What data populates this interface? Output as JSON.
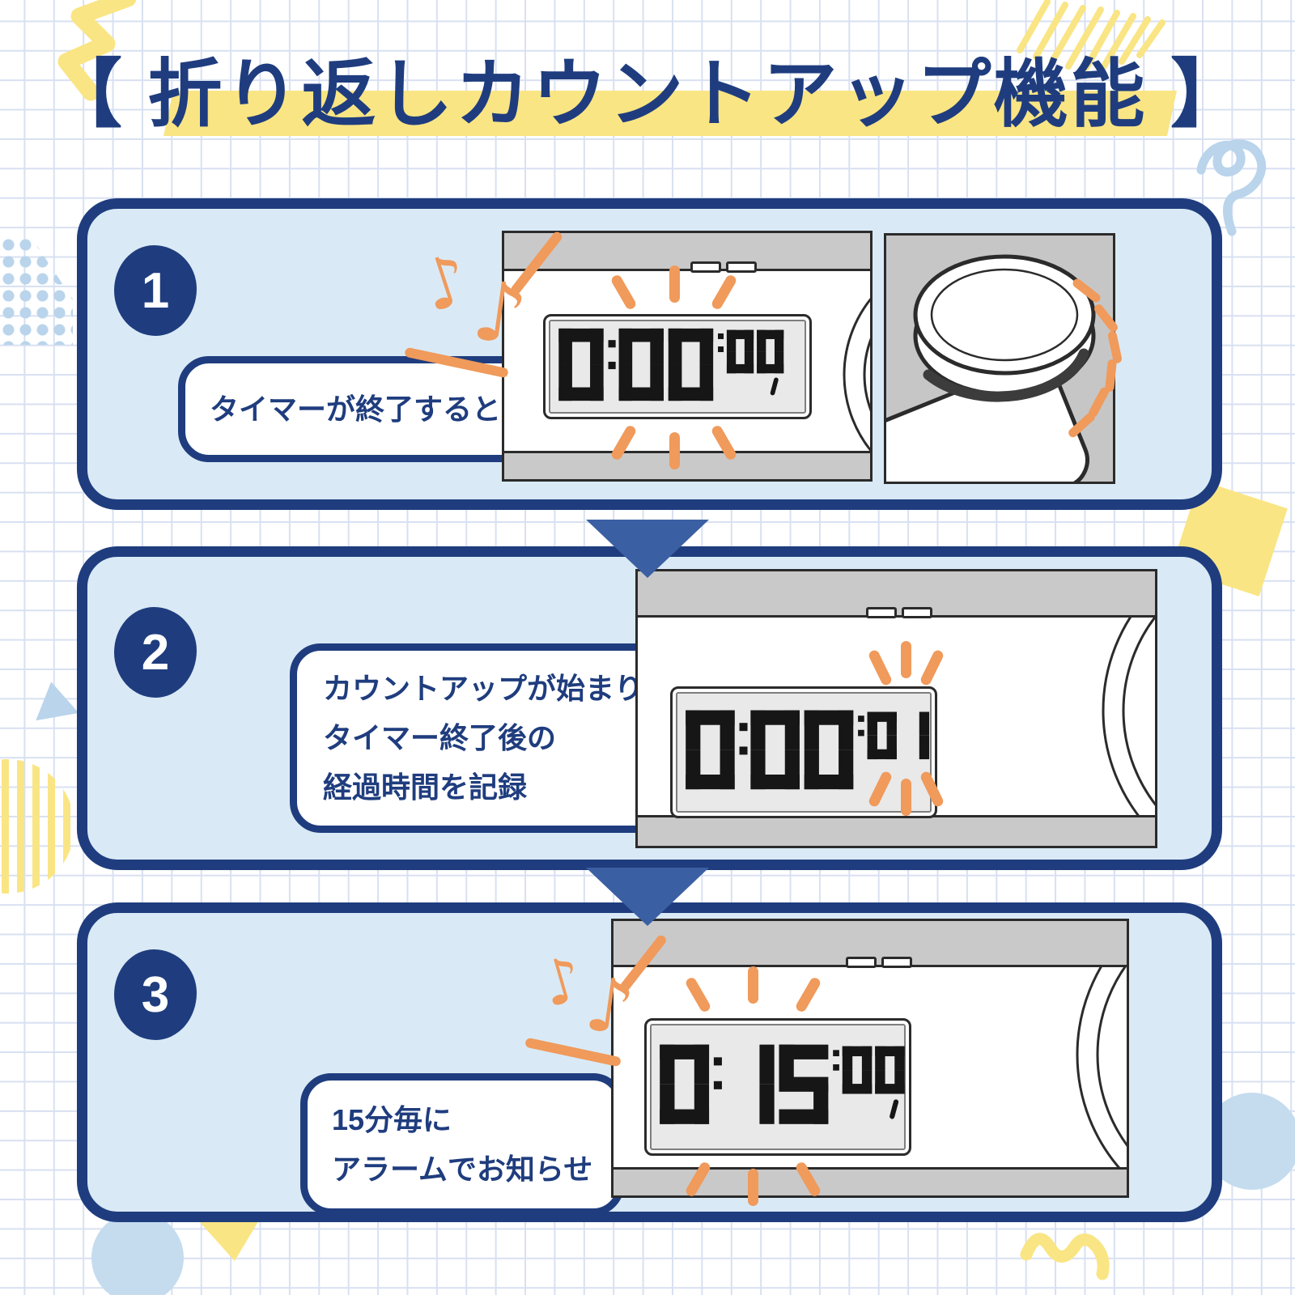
{
  "title": {
    "text": "【 折り返しカウントアップ機能 】"
  },
  "steps": [
    {
      "number": "1",
      "label_lines": [
        "タイマーが終了すると"
      ],
      "display": {
        "hours_minutes": "0:00",
        "seconds": "00",
        "comma": true,
        "flashing": "large-digits"
      },
      "music_notes": true
    },
    {
      "number": "2",
      "label_lines": [
        "カウントアップが始まり",
        "タイマー終了後の",
        "経過時間を記録"
      ],
      "display": {
        "hours_minutes": "0:00",
        "seconds": "01",
        "comma": false,
        "flashing": "small-digits"
      },
      "music_notes": false
    },
    {
      "number": "3",
      "label_lines": [
        "15分毎に",
        "アラームでお知らせ"
      ],
      "display": {
        "hours_minutes": "0:15",
        "seconds": "00",
        "comma": true,
        "flashing": "large-digits"
      },
      "music_notes": true
    }
  ],
  "colors": {
    "navy": "#1f3d7e",
    "box_fill": "#d9eaf6",
    "arrow_blue": "#3b5fa3",
    "orange": "#f09a5b",
    "yellow": "#fae584",
    "light_blue": "#b9d4eb",
    "light_blue_2": "#c5dcef",
    "grid_line": "#b9c7e6",
    "lcd_bg": "#e9e9e9",
    "device_gray": "#c9c9c9",
    "outline": "#2b2b2b",
    "digit_black": "#161616"
  }
}
